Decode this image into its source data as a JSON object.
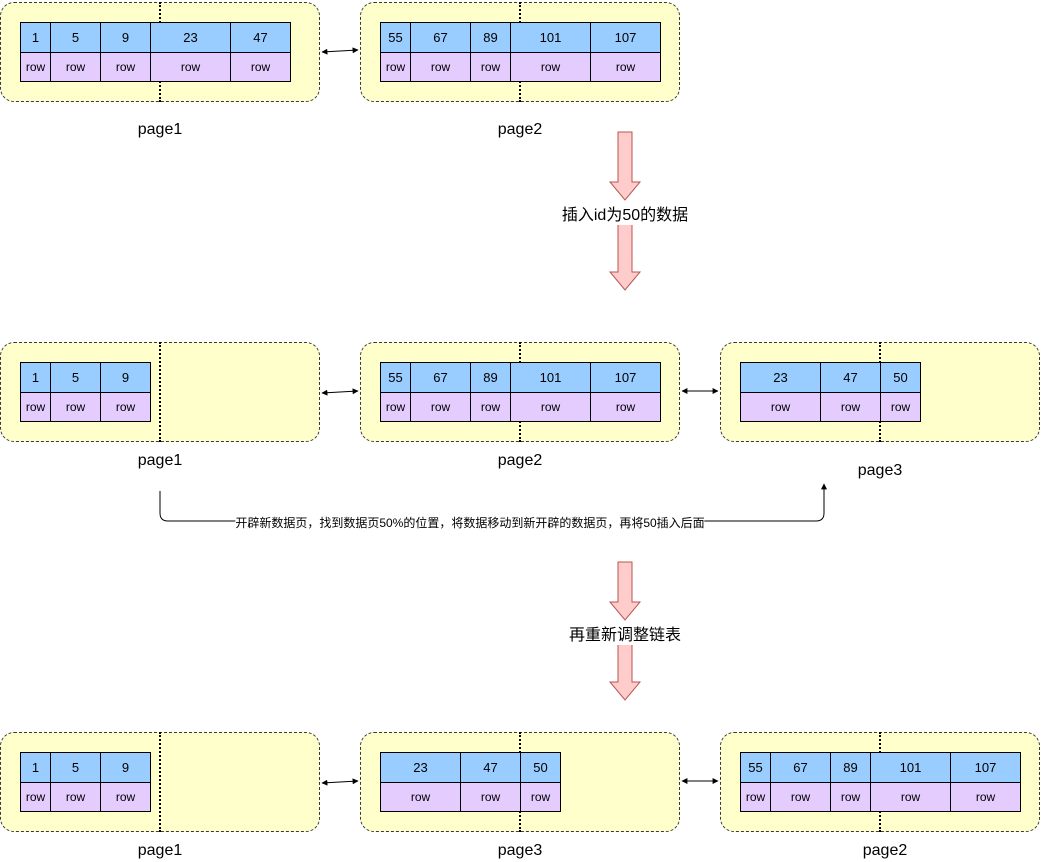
{
  "colors": {
    "page_fill": "#ffffcc",
    "key_fill": "#99ccff",
    "value_fill": "#e5ccff",
    "arrow_fill": "#ffcccc",
    "arrow_stroke": "#b85450"
  },
  "rows": [
    {
      "pages": [
        {
          "label": "page1",
          "keys": [
            "1",
            "5",
            "9",
            "23",
            "47"
          ],
          "values": [
            "row",
            "row",
            "row",
            "row",
            "row"
          ]
        },
        {
          "label": "page2",
          "keys": [
            "55",
            "67",
            "89",
            "101",
            "107"
          ],
          "values": [
            "row",
            "row",
            "row",
            "row",
            "row"
          ]
        }
      ]
    },
    {
      "pages": [
        {
          "label": "page1",
          "keys": [
            "1",
            "5",
            "9"
          ],
          "values": [
            "row",
            "row",
            "row"
          ]
        },
        {
          "label": "page2",
          "keys": [
            "55",
            "67",
            "89",
            "101",
            "107"
          ],
          "values": [
            "row",
            "row",
            "row",
            "row",
            "row"
          ]
        },
        {
          "label": "page3",
          "keys": [
            "23",
            "47",
            "50"
          ],
          "values": [
            "row",
            "row",
            "row"
          ]
        }
      ]
    },
    {
      "pages": [
        {
          "label": "page1",
          "keys": [
            "1",
            "5",
            "9"
          ],
          "values": [
            "row",
            "row",
            "row"
          ]
        },
        {
          "label": "page3",
          "keys": [
            "23",
            "47",
            "50"
          ],
          "values": [
            "row",
            "row",
            "row"
          ]
        },
        {
          "label": "page2",
          "keys": [
            "55",
            "67",
            "89",
            "101",
            "107"
          ],
          "values": [
            "row",
            "row",
            "row",
            "row",
            "row"
          ]
        }
      ]
    }
  ],
  "steps": [
    "插入id为50的数据",
    "再重新调整链表"
  ],
  "split_note": "开辟新数据页，找到数据页50%的位置，将数据移动到新开辟的数据页，再将50插入后面"
}
